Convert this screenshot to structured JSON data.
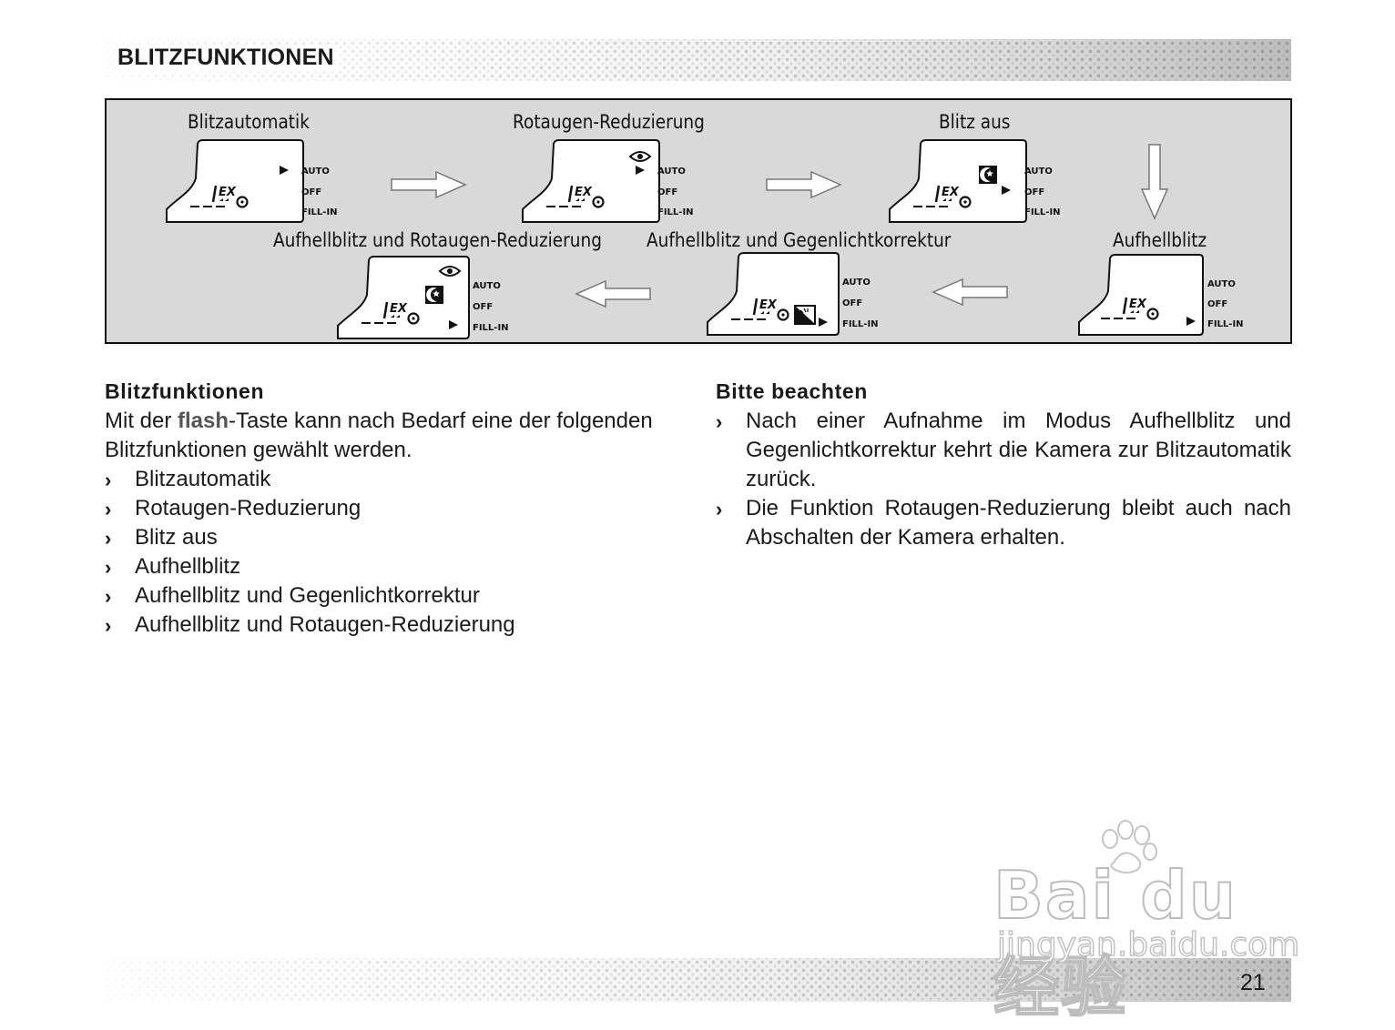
{
  "header": {
    "title": "BLITZFUNKTIONEN"
  },
  "diagram": {
    "mode_labels": {
      "auto": "Blitzautomatik",
      "redeye": "Rotaugen-Reduzierung",
      "off": "Blitz aus",
      "fill_redeye": "Aufhellblitz und Rotaugen-Reduzierung",
      "fill_backlight": "Aufhellblitz und Gegenlichtkorrektur",
      "fill": "Aufhellblitz"
    },
    "lcd_labels": {
      "auto": "AUTO",
      "off": "OFF",
      "fill_in": "FILL-IN",
      "exposure": "EX"
    },
    "icons": {
      "pointer": "triangle-pointer-icon",
      "redeye": "eye-icon",
      "off": "moon-star-icon",
      "backlight": "backlight-icon",
      "arrow": "flow-arrow-icon"
    }
  },
  "left_column": {
    "heading": "Blitzfunktionen",
    "intro_before": "Mit der ",
    "intro_bold": "flash",
    "intro_after": "-Taste kann nach Bedarf eine der folgenden Blitzfunktionen gewählt werden.",
    "bullet_glyph": "›",
    "items": [
      "Blitzautomatik",
      "Rotaugen-Reduzierung",
      "Blitz aus",
      "Aufhellblitz",
      "Aufhellblitz und Gegenlichtkorrektur",
      "Aufhellblitz und Rotaugen-Reduzierung"
    ]
  },
  "right_column": {
    "heading": "Bitte beachten",
    "items": [
      "Nach einer Aufnahme im Modus Aufhellblitz und Gegenlichtkorrektur kehrt die Kamera zur Blitzautomatik zurück.",
      "Die Funktion Rotaugen-Reduzierung bleibt auch nach Abschalten der Kamera erhalten."
    ]
  },
  "footer": {
    "page_number": "21"
  },
  "watermark": {
    "brand": "Bai du 经验",
    "url": "jingyan.baidu.com"
  }
}
